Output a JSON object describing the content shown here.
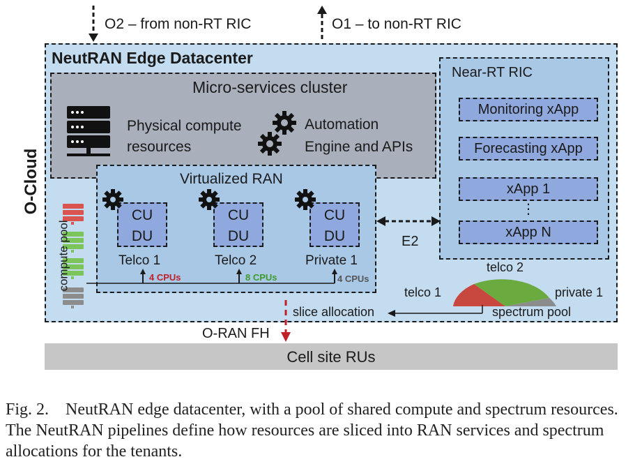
{
  "o2_label": "O2 – from non-RT RIC",
  "o1_label": "O1 – to non-RT RIC",
  "datacenter_title": "NeutRAN Edge Datacenter",
  "ocloud_label": "O-Cloud",
  "microservices": {
    "title": "Micro-services cluster",
    "physical": [
      "Physical compute",
      "resources"
    ],
    "automation": [
      "Automation",
      "Engine and APIs"
    ]
  },
  "vran": {
    "title": "Virtualized RAN",
    "units": [
      {
        "cu": "CU",
        "du": "DU",
        "name": "Telco 1",
        "cpus": "4 CPUs"
      },
      {
        "cu": "CU",
        "du": "DU",
        "name": "Telco 2",
        "cpus": "8 CPUs"
      },
      {
        "cu": "CU",
        "du": "DU",
        "name": "Private 1",
        "cpus": "4 CPUs"
      }
    ]
  },
  "compute_pool_label": "compute pool",
  "ric": {
    "title": "Near-RT RIC",
    "xapps": [
      "Monitoring xApp",
      "Forecasting xApp",
      "xApp 1",
      "xApp N"
    ],
    "ellipsis": "⋮"
  },
  "e2_label": "E2",
  "spectrum": {
    "telco1": "telco 1",
    "telco2": "telco 2",
    "private1": "private 1",
    "pool": "spectrum pool",
    "slice_allocation": "slice allocation",
    "colors": {
      "telco1": "#c8473f",
      "telco2": "#6aaa3e",
      "private1": "#8c8c8c"
    }
  },
  "fh_label": "O-RAN FH",
  "cell_site": "Cell site RUs",
  "caption": {
    "prefix": "Fig. 2.",
    "text": "NeutRAN edge datacenter, with a pool of shared compute and spectrum resources. The NeutRAN pipelines define how resources are sliced into RAN services and spectrum allocations for the tenants."
  },
  "colors": {
    "datacenter_bg": "#c3dcf0",
    "cluster_bg": "#a9afbb",
    "vran_bg": "#a9c8e6",
    "box_bg": "#8fa8dd",
    "ric_bg": "#a9c8e6",
    "cellsite_bg": "#c6c6c6",
    "red": "#c0202a",
    "green": "#3f9b2a"
  }
}
